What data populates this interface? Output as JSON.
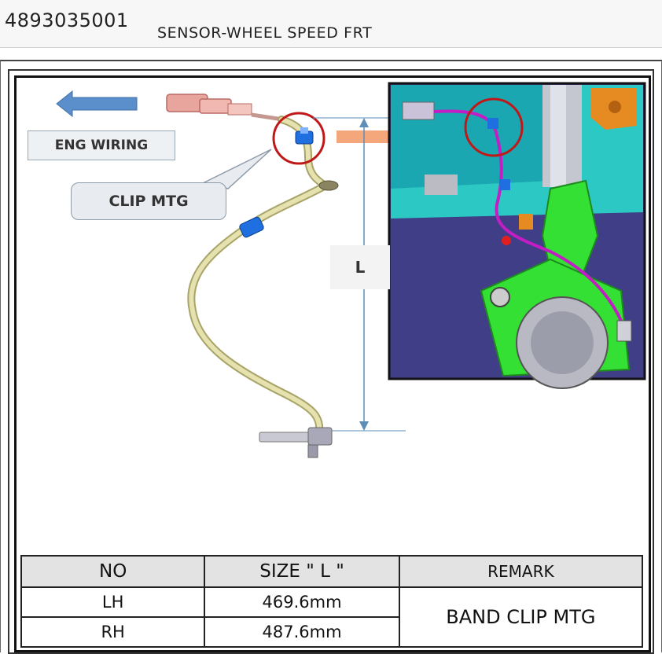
{
  "header": {
    "part_number": "4893035001",
    "part_name": "SENSOR-WHEEL SPEED FRT"
  },
  "diagram": {
    "eng_wiring_label": "ENG WIRING",
    "clip_mtg_label": "CLIP MTG",
    "length_label": "L",
    "colors": {
      "arrow_blue": "#5b8fcc",
      "callout_red": "#c01818",
      "arrow_orange": "#f4a77a",
      "cable_tan": "#d8d49a",
      "clip_blue": "#1f6fe0",
      "dimension_line": "#5e8eb8",
      "inset_teal": "#2cc8c4",
      "inset_purple": "#3b3a8a",
      "knuckle_green": "#33e033",
      "harness_magenta": "#c21ec4"
    },
    "icons": [
      "left-arrow-icon",
      "connector-icon",
      "sensor-head-icon",
      "right-arrow-icon"
    ]
  },
  "table": {
    "headers": {
      "no": "NO",
      "size": "SIZE \" L \"",
      "remark": "REMARK"
    },
    "rows": [
      {
        "no": "LH",
        "size": "469.6mm"
      },
      {
        "no": "RH",
        "size": "487.6mm"
      }
    ],
    "remark_value": "BAND CLIP MTG"
  }
}
